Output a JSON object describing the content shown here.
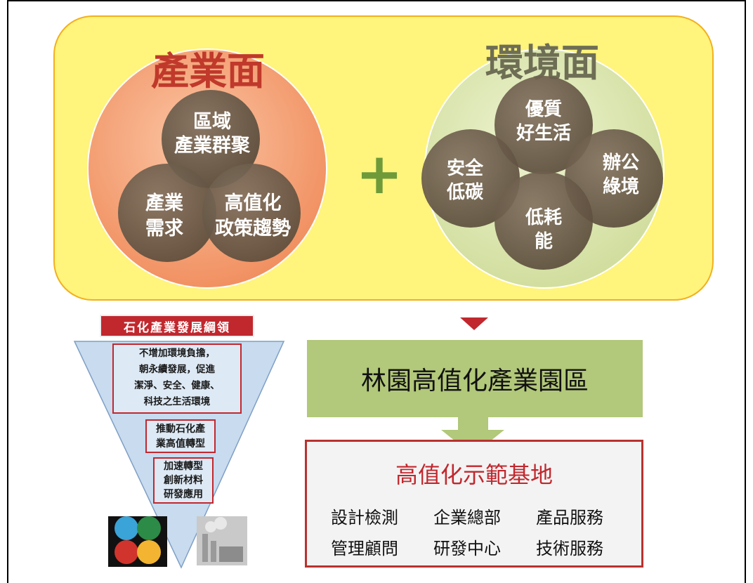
{
  "industry": {
    "title": "產業面",
    "circle_top": [
      "區域",
      "產業群聚"
    ],
    "circle_left": [
      "產業",
      "需求"
    ],
    "circle_right": [
      "高值化",
      "政策趨勢"
    ]
  },
  "environment": {
    "title": "環境面",
    "circle_top": [
      "優質",
      "好生活"
    ],
    "circle_left": [
      "安全",
      "低碳"
    ],
    "circle_right": [
      "辦公",
      "綠境"
    ],
    "circle_bottom": [
      "低耗",
      "能"
    ]
  },
  "plus_symbol": "+",
  "funnel": {
    "label": "石化產業發展綱領",
    "box1": [
      "不增加環境負擔，",
      "朝永續發展，促進",
      "潔淨、安全、健康、",
      "科技之生活環境"
    ],
    "box2": [
      "推動石化產",
      "業高值轉型"
    ],
    "box3": [
      "加速轉型",
      "創新材料",
      "研發應用"
    ]
  },
  "park": {
    "title": "林園高值化產業園區"
  },
  "base": {
    "title": "高值化示範基地",
    "services": [
      "設計檢測",
      "企業總部",
      "產品服務",
      "管理顧問",
      "研發中心",
      "技術服務"
    ]
  },
  "colors": {
    "yellow_panel": "#fff47c",
    "industry_circle": "#f4a27a",
    "environment_circle": "#dfe9b4",
    "inner_circle": "#6e5f4c",
    "accent_red": "#c0282e",
    "park_green": "#b2c87a"
  }
}
